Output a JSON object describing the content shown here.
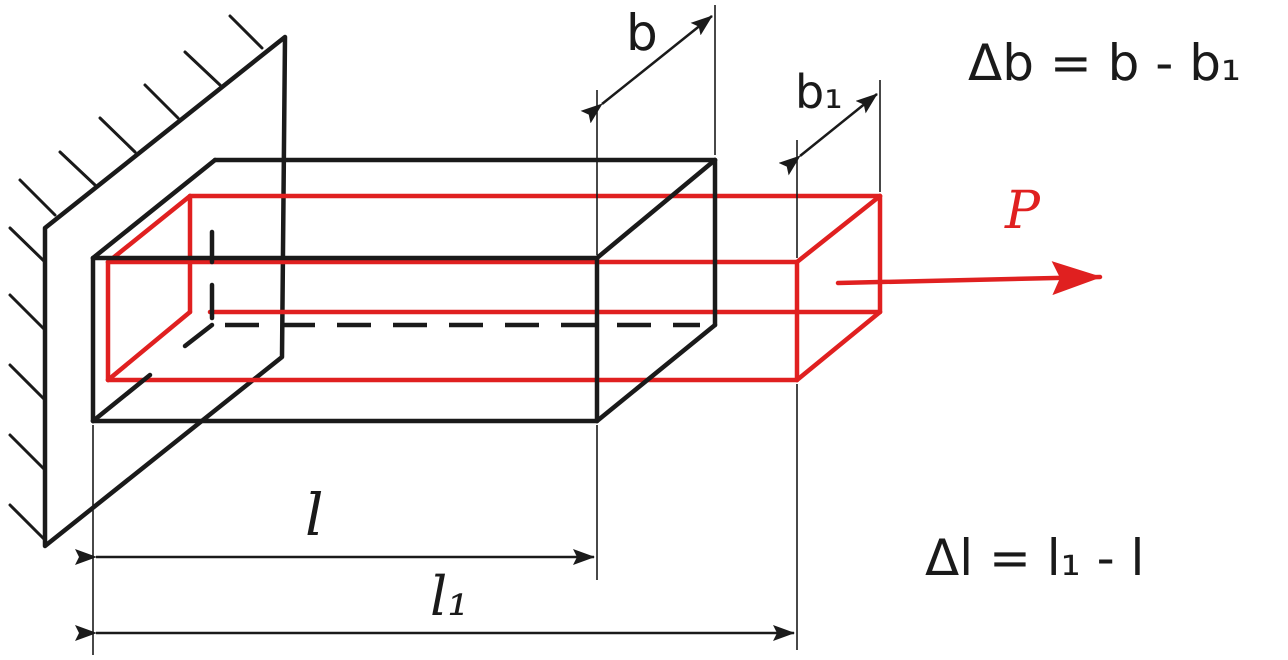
{
  "labels": {
    "width_original": "b",
    "width_deformed": "b₁",
    "length_original": "l",
    "length_deformed": "l₁",
    "force": "P"
  },
  "formulas": {
    "width_change": "Δb = b - b₁",
    "length_change": "Δl = l₁ - l"
  },
  "colors": {
    "original": "#1a1a1a",
    "deformed": "#e02020"
  }
}
